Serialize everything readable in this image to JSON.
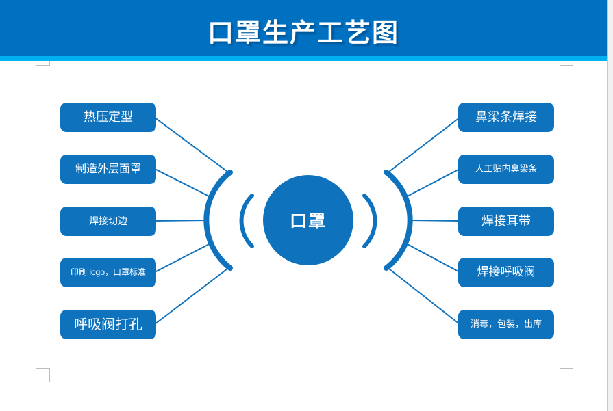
{
  "header": {
    "title": "口罩生产工艺图"
  },
  "colors": {
    "header_bg": "#0070c0",
    "accent_strip": "#00b0f0",
    "node_fill": "#0e72bd",
    "node_text": "#ffffff",
    "connector": "#0f72bd",
    "margin_mark": "#bdbdbd"
  },
  "center": {
    "label": "口罩"
  },
  "diagram": {
    "left_nodes": [
      {
        "label": "热压定型"
      },
      {
        "label": "制造外层面罩"
      },
      {
        "label": "焊接切边"
      },
      {
        "label": "印刷 logo，口罩标准"
      },
      {
        "label": "呼吸阀打孔"
      }
    ],
    "right_nodes": [
      {
        "label": "鼻梁条焊接"
      },
      {
        "label": "人工贴内鼻梁条"
      },
      {
        "label": "焊接耳带"
      },
      {
        "label": "焊接呼吸阀"
      },
      {
        "label": "消毒，包装，出库"
      }
    ]
  }
}
